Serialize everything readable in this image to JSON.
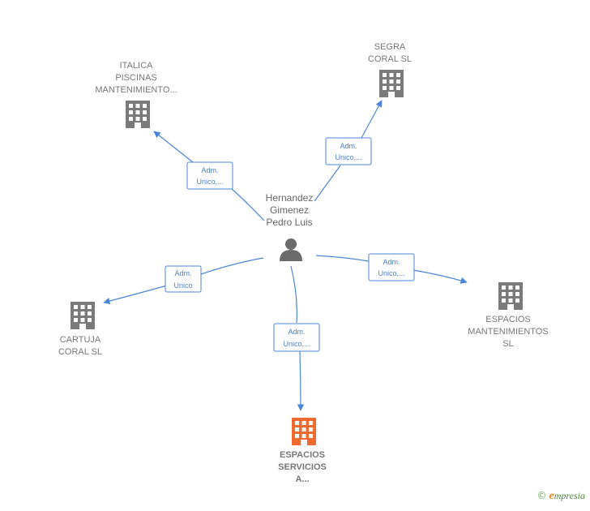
{
  "colors": {
    "edge": "#4a86d8",
    "building": "#7a7a7a",
    "building_focus": "#f26a30",
    "person": "#6b6b6b",
    "label": "#777777"
  },
  "person": {
    "name_lines": [
      "Hernandez",
      "Gimenez",
      "Pedro Luis"
    ],
    "icon": "person-icon"
  },
  "companies": [
    {
      "id": "italica",
      "lines": [
        "ITALICA",
        "PISCINAS",
        "MANTENIMIENTO..."
      ],
      "icon": "building-icon",
      "highlight": false
    },
    {
      "id": "segra",
      "lines": [
        "SEGRA",
        "CORAL SL"
      ],
      "icon": "building-icon",
      "highlight": false
    },
    {
      "id": "cartuja",
      "lines": [
        "CARTUJA",
        "CORAL SL"
      ],
      "icon": "building-icon",
      "highlight": false
    },
    {
      "id": "espacios-mant",
      "lines": [
        "ESPACIOS",
        "MANTENIMIENTOS",
        "SL"
      ],
      "icon": "building-icon",
      "highlight": false
    },
    {
      "id": "espacios-serv",
      "lines": [
        "ESPACIOS",
        "SERVICIOS",
        "A..."
      ],
      "icon": "building-icon",
      "highlight": true
    }
  ],
  "edges": [
    {
      "to": "italica",
      "label_lines": [
        "Adm.",
        "Unico,..."
      ]
    },
    {
      "to": "segra",
      "label_lines": [
        "Adm.",
        "Unico,..."
      ]
    },
    {
      "to": "cartuja",
      "label_lines": [
        "Adm.",
        "Unico"
      ]
    },
    {
      "to": "espacios-mant",
      "label_lines": [
        "Adm.",
        "Unico,..."
      ]
    },
    {
      "to": "espacios-serv",
      "label_lines": [
        "Adm.",
        "Unico,..."
      ]
    }
  ],
  "watermark": {
    "copyright": "©",
    "brand_initial": "e",
    "brand_rest": "mpresia"
  }
}
